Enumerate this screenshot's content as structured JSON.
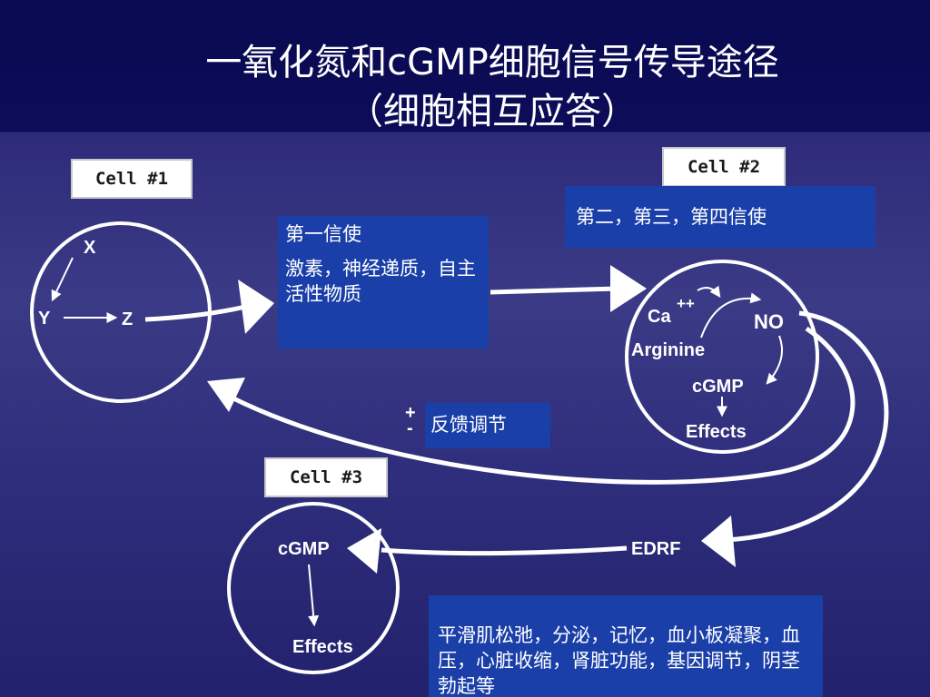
{
  "title": {
    "line1": "一氧化氮和cGMP细胞信号传导途径",
    "line2": "（细胞相互应答）"
  },
  "cells": {
    "cell1": "Cell #1",
    "cell2": "Cell #2",
    "cell3": "Cell #3"
  },
  "cell1": {
    "x": "X",
    "y": "Y",
    "z": "Z"
  },
  "cell2": {
    "ca": "Ca",
    "ca_charge": "++",
    "no": "NO",
    "arginine": "Arginine",
    "cgmp": "cGMP",
    "effects": "Effects"
  },
  "cell3": {
    "cgmp": "cGMP",
    "effects": "Effects"
  },
  "edrf": {
    "label": "EDRF"
  },
  "feedback": {
    "plus": "+",
    "minus": "-"
  },
  "notes": {
    "first_messenger": {
      "title": "第一信使",
      "description": "激素，神经递质，自主活性物质"
    },
    "other_messengers": "第二，第三，第四信使",
    "feedback": "反馈调节",
    "effects": "平滑肌松弛，分泌，记忆，血小板凝聚，血压，心脏收缩，肾脏功能，基因调节，阴茎勃起等"
  },
  "colors": {
    "background": "#2f2e7c",
    "header": "#0c0c58",
    "note_box": "#1a3fa8",
    "line": "#ffffff"
  }
}
